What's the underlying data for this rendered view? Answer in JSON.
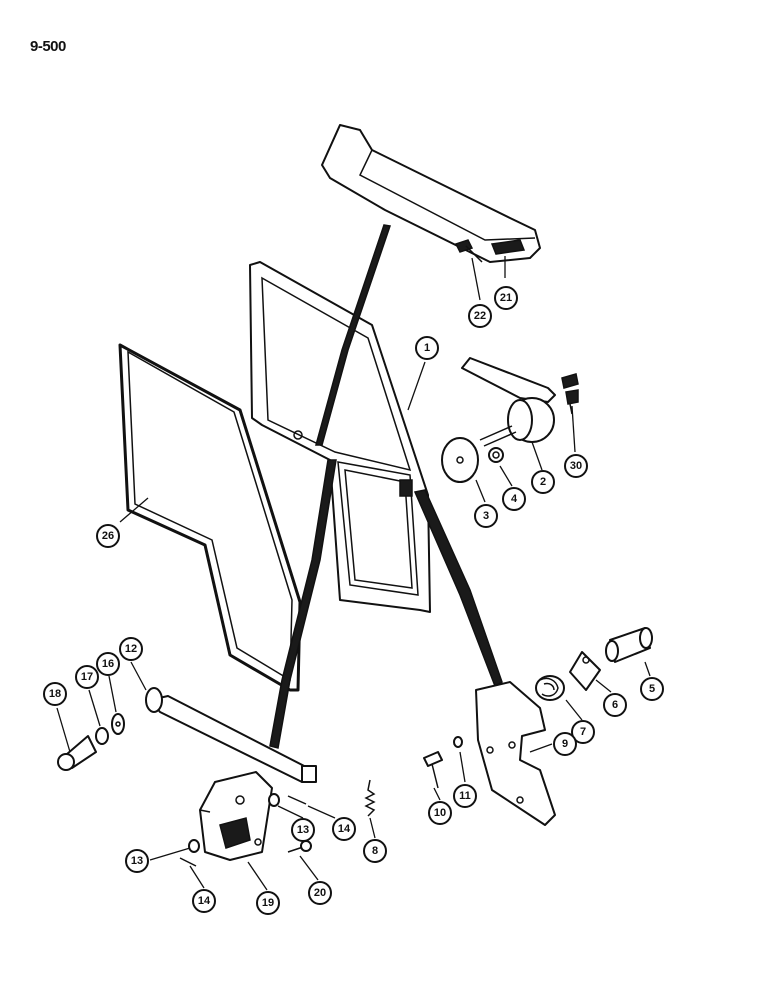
{
  "page_number": "9-500",
  "callouts": [
    {
      "id": "c1",
      "label": "1"
    },
    {
      "id": "c2",
      "label": "2"
    },
    {
      "id": "c3",
      "label": "3"
    },
    {
      "id": "c4",
      "label": "4"
    },
    {
      "id": "c5",
      "label": "5"
    },
    {
      "id": "c6",
      "label": "6"
    },
    {
      "id": "c7",
      "label": "7"
    },
    {
      "id": "c8",
      "label": "8"
    },
    {
      "id": "c9",
      "label": "9"
    },
    {
      "id": "c10",
      "label": "10"
    },
    {
      "id": "c11",
      "label": "11"
    },
    {
      "id": "c12",
      "label": "12"
    },
    {
      "id": "c13a",
      "label": "13"
    },
    {
      "id": "c13b",
      "label": "13"
    },
    {
      "id": "c14a",
      "label": "14"
    },
    {
      "id": "c14b",
      "label": "14"
    },
    {
      "id": "c16",
      "label": "16"
    },
    {
      "id": "c17",
      "label": "17"
    },
    {
      "id": "c18",
      "label": "18"
    },
    {
      "id": "c19",
      "label": "19"
    },
    {
      "id": "c20",
      "label": "20"
    },
    {
      "id": "c21",
      "label": "21"
    },
    {
      "id": "c22",
      "label": "22"
    },
    {
      "id": "c26",
      "label": "26"
    },
    {
      "id": "c30",
      "label": "30"
    }
  ]
}
